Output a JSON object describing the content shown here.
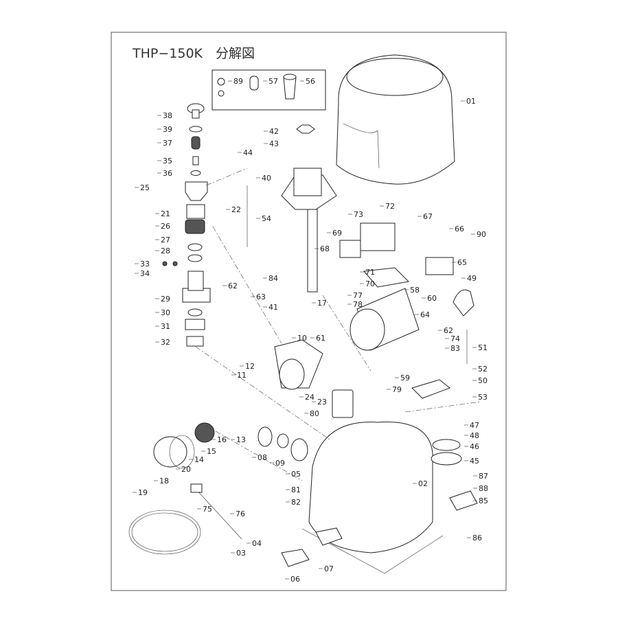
{
  "title": "THP−150K　分解図",
  "part_labels": [
    "89",
    "57",
    "56",
    "01",
    "38",
    "39",
    "37",
    "35",
    "36",
    "42",
    "43",
    "44",
    "40",
    "25",
    "22",
    "21",
    "54",
    "26",
    "27",
    "28",
    "73",
    "72",
    "67",
    "66",
    "90",
    "69",
    "68",
    "65",
    "33",
    "34",
    "62",
    "84",
    "71",
    "70",
    "49",
    "58",
    "77",
    "60",
    "78",
    "17",
    "29",
    "41",
    "30",
    "63",
    "62",
    "64",
    "74",
    "83",
    "10",
    "61",
    "31",
    "32",
    "51",
    "12",
    "11",
    "52",
    "59",
    "50",
    "79",
    "24",
    "23",
    "53",
    "80",
    "13",
    "16",
    "15",
    "14",
    "47",
    "48",
    "08",
    "09",
    "05",
    "46",
    "20",
    "45",
    "18",
    "87",
    "19",
    "02",
    "88",
    "81",
    "85",
    "82",
    "75",
    "76",
    "86",
    "04",
    "03",
    "07",
    "06"
  ]
}
